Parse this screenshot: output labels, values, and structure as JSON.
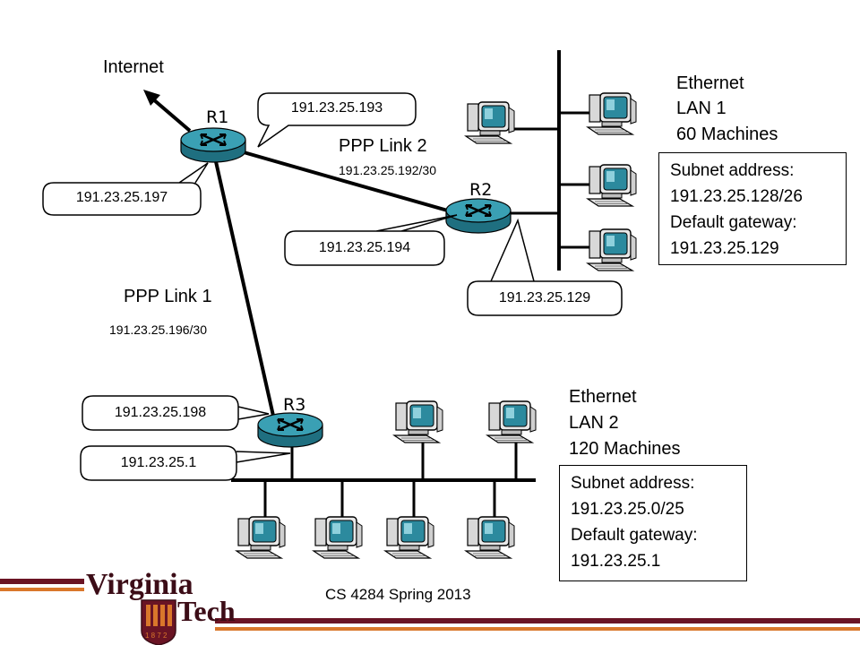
{
  "internet_label": "Internet",
  "routers": {
    "r1": "R1",
    "r2": "R2",
    "r3": "R3"
  },
  "links": {
    "link2_name": "PPP Link 2",
    "link2_subnet": "191.23.25.192/30",
    "link1_name": "PPP Link 1",
    "link1_subnet": "191.23.25.196/30"
  },
  "callouts": {
    "r1_link2_ip": "191.23.25.193",
    "r1_link1_ip": "191.23.25.197",
    "r2_link2_ip": "191.23.25.194",
    "r2_lan_ip": "191.23.25.129",
    "r3_link1_ip": "191.23.25.198",
    "r3_lan_ip": "191.23.25.1"
  },
  "lan1": {
    "line1": "Ethernet",
    "line2": "LAN 1",
    "line3": "60 Machines",
    "box_line1": "Subnet address:",
    "box_line2": "191.23.25.128/26",
    "box_line3": "Default gateway:",
    "box_line4": "191.23.25.129"
  },
  "lan2": {
    "line1": "Ethernet",
    "line2": "LAN 2",
    "line3": "120 Machines",
    "box_line1": "Subnet address:",
    "box_line2": "191.23.25.0/25",
    "box_line3": "Default gateway:",
    "box_line4": "191.23.25.1"
  },
  "footer": "CS 4284 Spring 2013",
  "logo": {
    "word1": "Virginia",
    "word2": "Tech",
    "digits": "1 8 7 2"
  },
  "colors": {
    "maroon": "#6a1424",
    "orange": "#d9772b",
    "router_fill": "#2f8ca0",
    "monitor": "#2c8a9e"
  }
}
